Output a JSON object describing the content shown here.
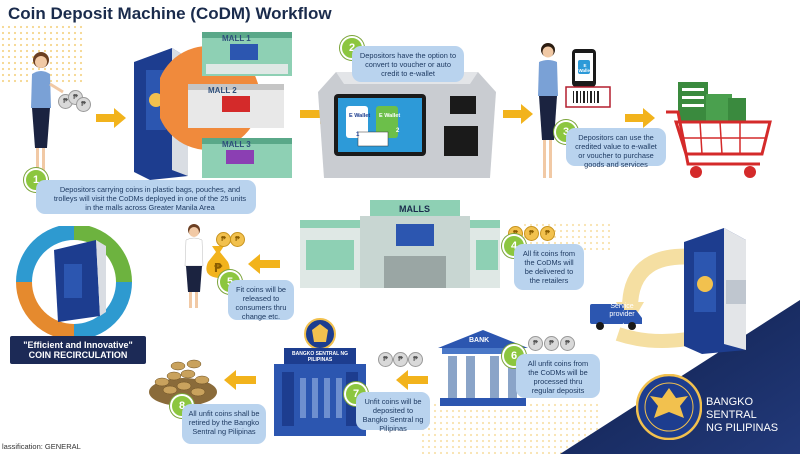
{
  "title": "Coin Deposit Machine (CoDM) Workflow",
  "classification": "lassification: GENERAL",
  "malls": [
    "MALL 1",
    "MALL 2",
    "MALL 3"
  ],
  "malls_building_label": "MALLS",
  "bank_label": "BANK",
  "service_provider_label": "Service provider",
  "bsp_building_label": "BANGKO SENTRAL NG PILIPINAS",
  "brand_text": [
    "BANGKO SENTRAL",
    "NG PILIPINAS"
  ],
  "efficient": {
    "line1": "\"Efficient and Innovative\"",
    "line2": "COIN RECIRCULATION"
  },
  "ewallet_labels": [
    "E Wallet",
    "E Wallet"
  ],
  "ewallet_numbers": [
    "1",
    "2"
  ],
  "phone_label": "E Wallet",
  "coin_symbol": "₱",
  "steps": [
    {
      "num": "1",
      "text": "Depositors carrying coins in plastic bags, pouches, and trolleys will visit the CoDMs deployed in one of the 25 units in the malls across Greater Manila Area"
    },
    {
      "num": "2",
      "text": "Depositors have the option to convert to voucher or auto credit to e-wallet"
    },
    {
      "num": "3",
      "text": "Depositors can use the credited value to e-wallet or voucher to purchase goods and services"
    },
    {
      "num": "4",
      "text": "All fit coins from the CoDMs will be delivered to the retailers"
    },
    {
      "num": "5",
      "text": "Fit coins will be released to consumers thru change etc."
    },
    {
      "num": "6",
      "text": "All unfit coins from the CoDMs will be processed thru regular deposits"
    },
    {
      "num": "7",
      "text": "Unfit coins will be deposited to Bangko Sentral ng Pilipinas"
    },
    {
      "num": "8",
      "text": "All unfit coins shall be retired by the Bangko Sentral ng Pilipinas"
    }
  ],
  "colors": {
    "navy": "#1a2b4c",
    "callout": "#b9d3ee",
    "badge": "#8cc63f",
    "arrow": "#f2b31c",
    "mall_green": "#7fc7a8",
    "bsp_blue": "#2a4a9a"
  }
}
